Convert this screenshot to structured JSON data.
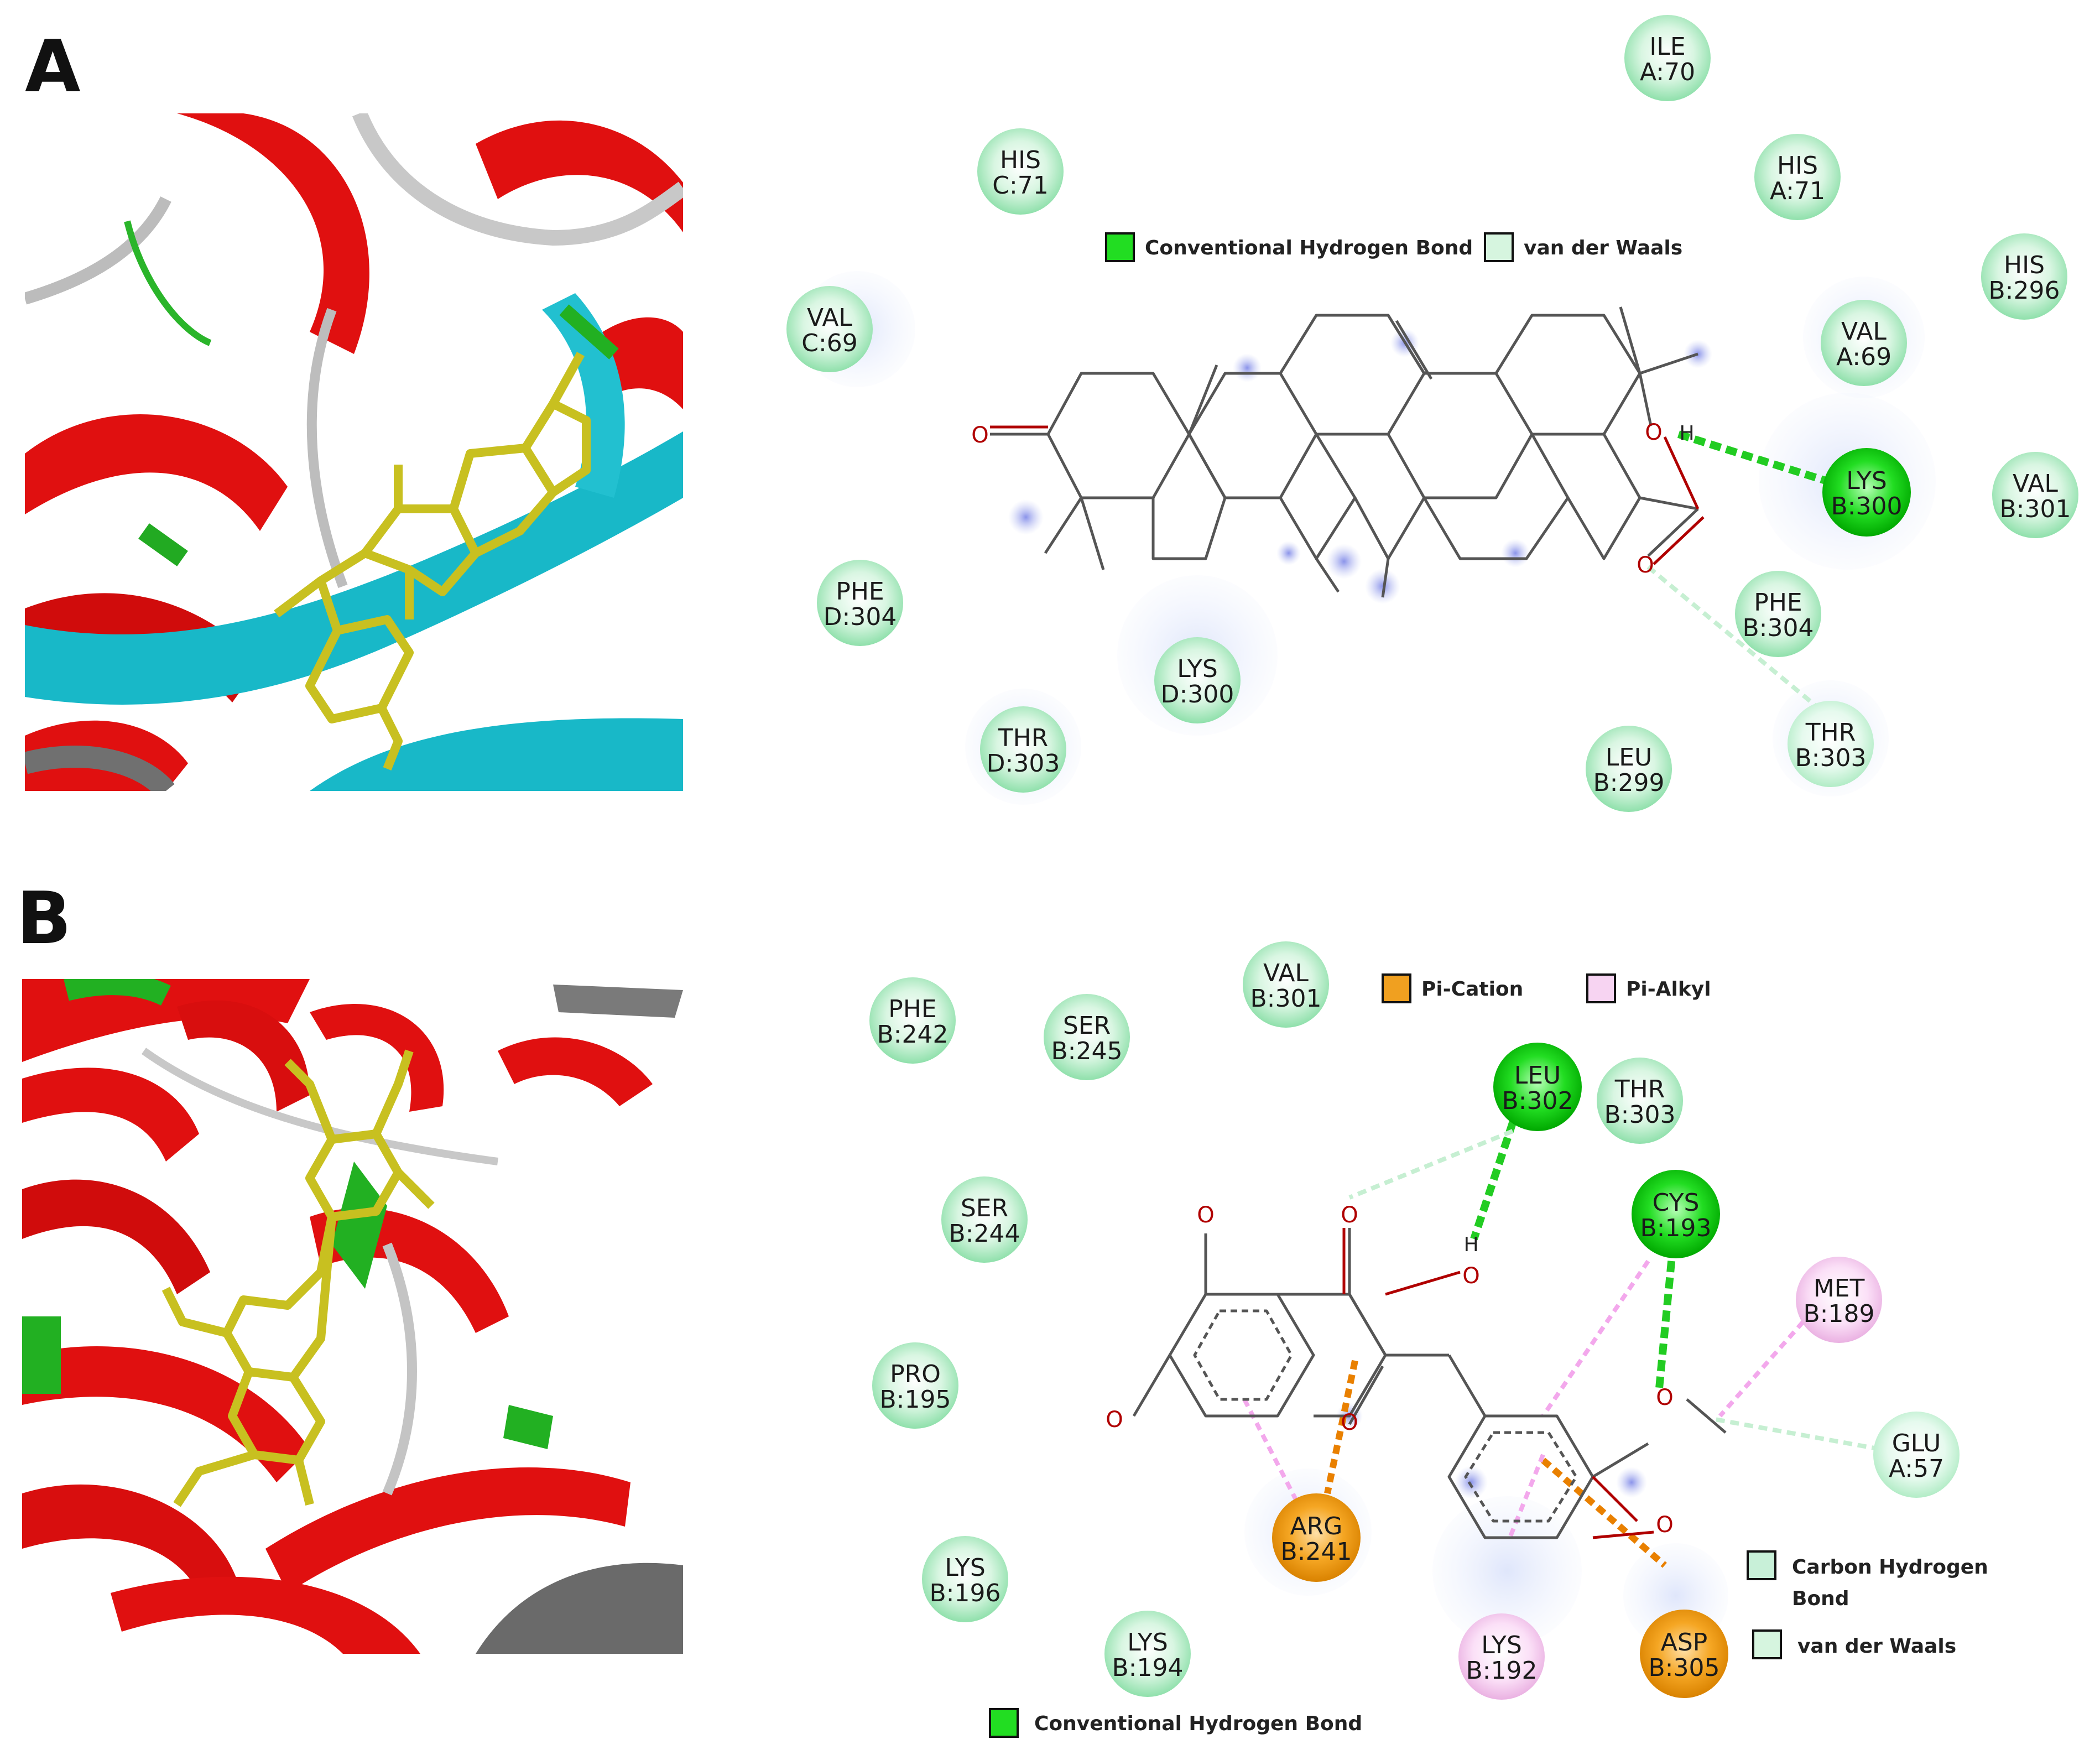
{
  "panels": [
    {
      "letter": "A",
      "legend": [
        {
          "label": "Conventional Hydrogen Bond",
          "color": "#22dd22"
        },
        {
          "label": "van der Waals",
          "color": "#d6f5df"
        }
      ],
      "residues": [
        {
          "id": "ILE A:70",
          "line1": "ILE",
          "line2": "A:70",
          "type": "vdw"
        },
        {
          "id": "HIS C:71",
          "line1": "HIS",
          "line2": "C:71",
          "type": "vdw"
        },
        {
          "id": "HIS A:71",
          "line1": "HIS",
          "line2": "A:71",
          "type": "vdw"
        },
        {
          "id": "HIS B:296",
          "line1": "HIS",
          "line2": "B:296",
          "type": "vdw"
        },
        {
          "id": "VAL C:69",
          "line1": "VAL",
          "line2": "C:69",
          "type": "vdw"
        },
        {
          "id": "VAL A:69",
          "line1": "VAL",
          "line2": "A:69",
          "type": "vdw"
        },
        {
          "id": "LYS B:300",
          "line1": "LYS",
          "line2": "B:300",
          "type": "hbond"
        },
        {
          "id": "VAL B:301",
          "line1": "VAL",
          "line2": "B:301",
          "type": "vdw"
        },
        {
          "id": "PHE D:304",
          "line1": "PHE",
          "line2": "D:304",
          "type": "vdw"
        },
        {
          "id": "PHE B:304",
          "line1": "PHE",
          "line2": "B:304",
          "type": "vdw"
        },
        {
          "id": "LYS D:300",
          "line1": "LYS",
          "line2": "D:300",
          "type": "vdw"
        },
        {
          "id": "THR D:303",
          "line1": "THR",
          "line2": "D:303",
          "type": "vdw"
        },
        {
          "id": "LEU B:299",
          "line1": "LEU",
          "line2": "B:299",
          "type": "vdw"
        },
        {
          "id": "THR B:303",
          "line1": "THR",
          "line2": "B:303",
          "type": "chb"
        }
      ],
      "atoms": {
        "o": "O",
        "h": "H"
      }
    },
    {
      "letter": "B",
      "legend": [
        {
          "label": "Pi-Cation",
          "color": "#f0a020"
        },
        {
          "label": "Pi-Alkyl",
          "color": "#f7d4f2"
        },
        {
          "label": "Carbon Hydrogen",
          "label2": "Bond",
          "color": "#c8f0d8"
        },
        {
          "label": "van der Waals",
          "color": "#d6f5df"
        },
        {
          "label": "Conventional Hydrogen Bond",
          "color": "#22dd22"
        }
      ],
      "residues": [
        {
          "id": "VAL B:301",
          "line1": "VAL",
          "line2": "B:301",
          "type": "vdw"
        },
        {
          "id": "PHE B:242",
          "line1": "PHE",
          "line2": "B:242",
          "type": "vdw"
        },
        {
          "id": "SER B:245",
          "line1": "SER",
          "line2": "B:245",
          "type": "vdw"
        },
        {
          "id": "LEU B:302",
          "line1": "LEU",
          "line2": "B:302",
          "type": "hbond"
        },
        {
          "id": "THR B:303",
          "line1": "THR",
          "line2": "B:303",
          "type": "vdw"
        },
        {
          "id": "SER B:244",
          "line1": "SER",
          "line2": "B:244",
          "type": "vdw"
        },
        {
          "id": "CYS B:193",
          "line1": "CYS",
          "line2": "B:193",
          "type": "hbond"
        },
        {
          "id": "MET B:189",
          "line1": "MET",
          "line2": "B:189",
          "type": "pialkyl"
        },
        {
          "id": "PRO B:195",
          "line1": "PRO",
          "line2": "B:195",
          "type": "vdw"
        },
        {
          "id": "GLU A:57",
          "line1": "GLU",
          "line2": "A:57",
          "type": "chb"
        },
        {
          "id": "ARG B:241",
          "line1": "ARG",
          "line2": "B:241",
          "type": "pication"
        },
        {
          "id": "LYS B:196",
          "line1": "LYS",
          "line2": "B:196",
          "type": "vdw"
        },
        {
          "id": "LYS B:194",
          "line1": "LYS",
          "line2": "B:194",
          "type": "vdw"
        },
        {
          "id": "LYS B:192",
          "line1": "LYS",
          "line2": "B:192",
          "type": "pialkyl"
        },
        {
          "id": "ASP B:305",
          "line1": "ASP",
          "line2": "B:305",
          "type": "pication"
        }
      ],
      "atoms": {
        "o": "O",
        "h": "H"
      }
    }
  ]
}
